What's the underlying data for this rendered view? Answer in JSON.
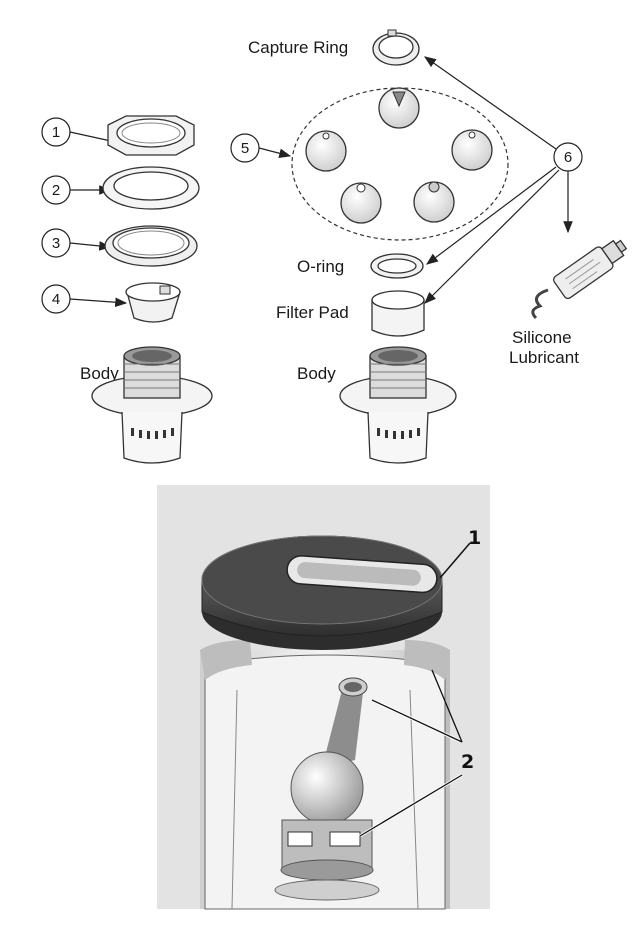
{
  "labels": {
    "capture_ring": "Capture Ring",
    "o_ring": "O-ring",
    "filter_pad": "Filter Pad",
    "body_left": "Body",
    "body_right": "Body",
    "silicone_line1": "Silicone",
    "silicone_line2": "Lubricant"
  },
  "callouts": {
    "c1": "1",
    "c2": "2",
    "c3": "3",
    "c4": "4",
    "c5": "5",
    "c6": "6"
  },
  "photo_callouts": {
    "p1": "1",
    "p2": "2"
  },
  "colors": {
    "line": "#222222",
    "part_fill": "#f2f2f2",
    "photo_bg": "#d8d8d8",
    "lid": "#3a3a3a"
  }
}
